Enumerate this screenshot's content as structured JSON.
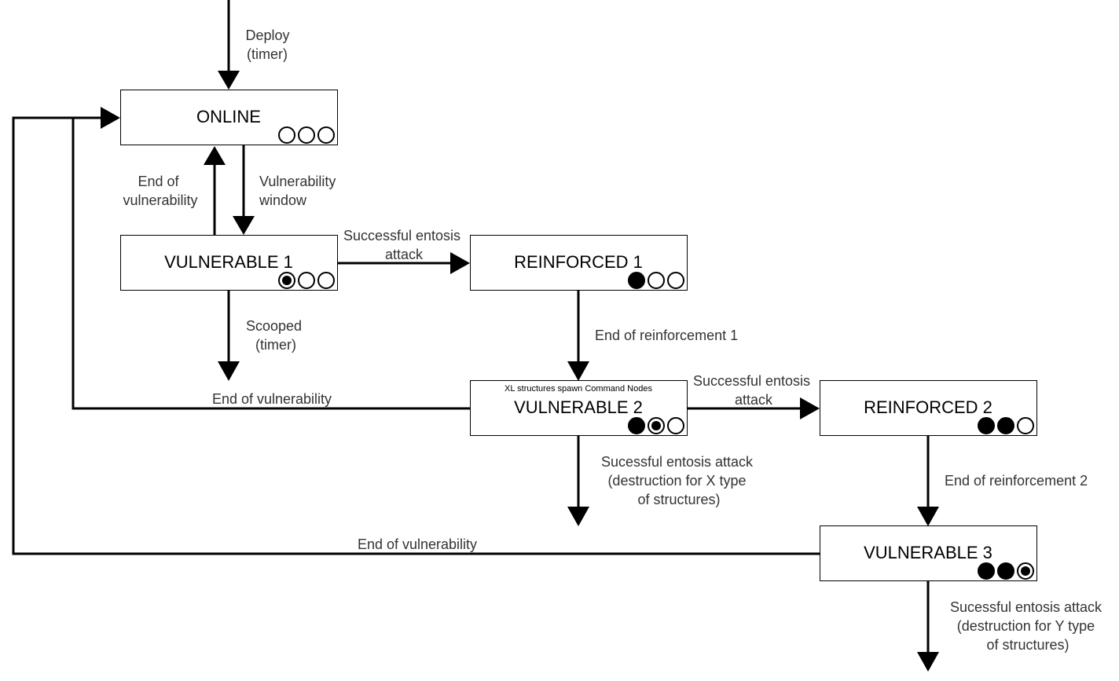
{
  "states": {
    "online": {
      "title": "ONLINE",
      "indicators": [
        "empty",
        "empty",
        "empty"
      ]
    },
    "vulnerable1": {
      "title": "VULNERABLE 1",
      "indicators": [
        "active",
        "empty",
        "empty"
      ]
    },
    "reinforced1": {
      "title": "REINFORCED 1",
      "indicators": [
        "filled",
        "empty",
        "empty"
      ]
    },
    "vulnerable2": {
      "title": "VULNERABLE 2",
      "note": "XL structures spawn Command Nodes",
      "indicators": [
        "filled",
        "active",
        "empty"
      ]
    },
    "reinforced2": {
      "title": "REINFORCED 2",
      "indicators": [
        "filled",
        "filled",
        "empty"
      ]
    },
    "vulnerable3": {
      "title": "VULNERABLE 3",
      "indicators": [
        "filled",
        "filled",
        "active"
      ]
    }
  },
  "transitions": {
    "deploy": [
      "Deploy",
      "(timer)"
    ],
    "end_vuln_online": [
      "End of",
      "vulnerability"
    ],
    "vuln_window": [
      "Vulnerability",
      "window"
    ],
    "entosis_1": [
      "Successful entosis",
      "attack"
    ],
    "scooped": [
      "Scooped",
      "(timer)"
    ],
    "end_reinf_1": "End of reinforcement 1",
    "end_vuln_2": "End of vulnerability",
    "entosis_2": [
      "Successful entosis",
      "attack"
    ],
    "destroy_x": [
      "Sucessful entosis attack",
      "(destruction for X type",
      "of structures)"
    ],
    "end_reinf_2": "End of reinforcement 2",
    "end_vuln_3": "End of vulnerability",
    "destroy_y": [
      "Sucessful entosis attack",
      "(destruction for Y type",
      "of structures)"
    ]
  },
  "colors": {
    "line": "#000000",
    "label": "#333333",
    "box_fill": "#ffffff"
  }
}
